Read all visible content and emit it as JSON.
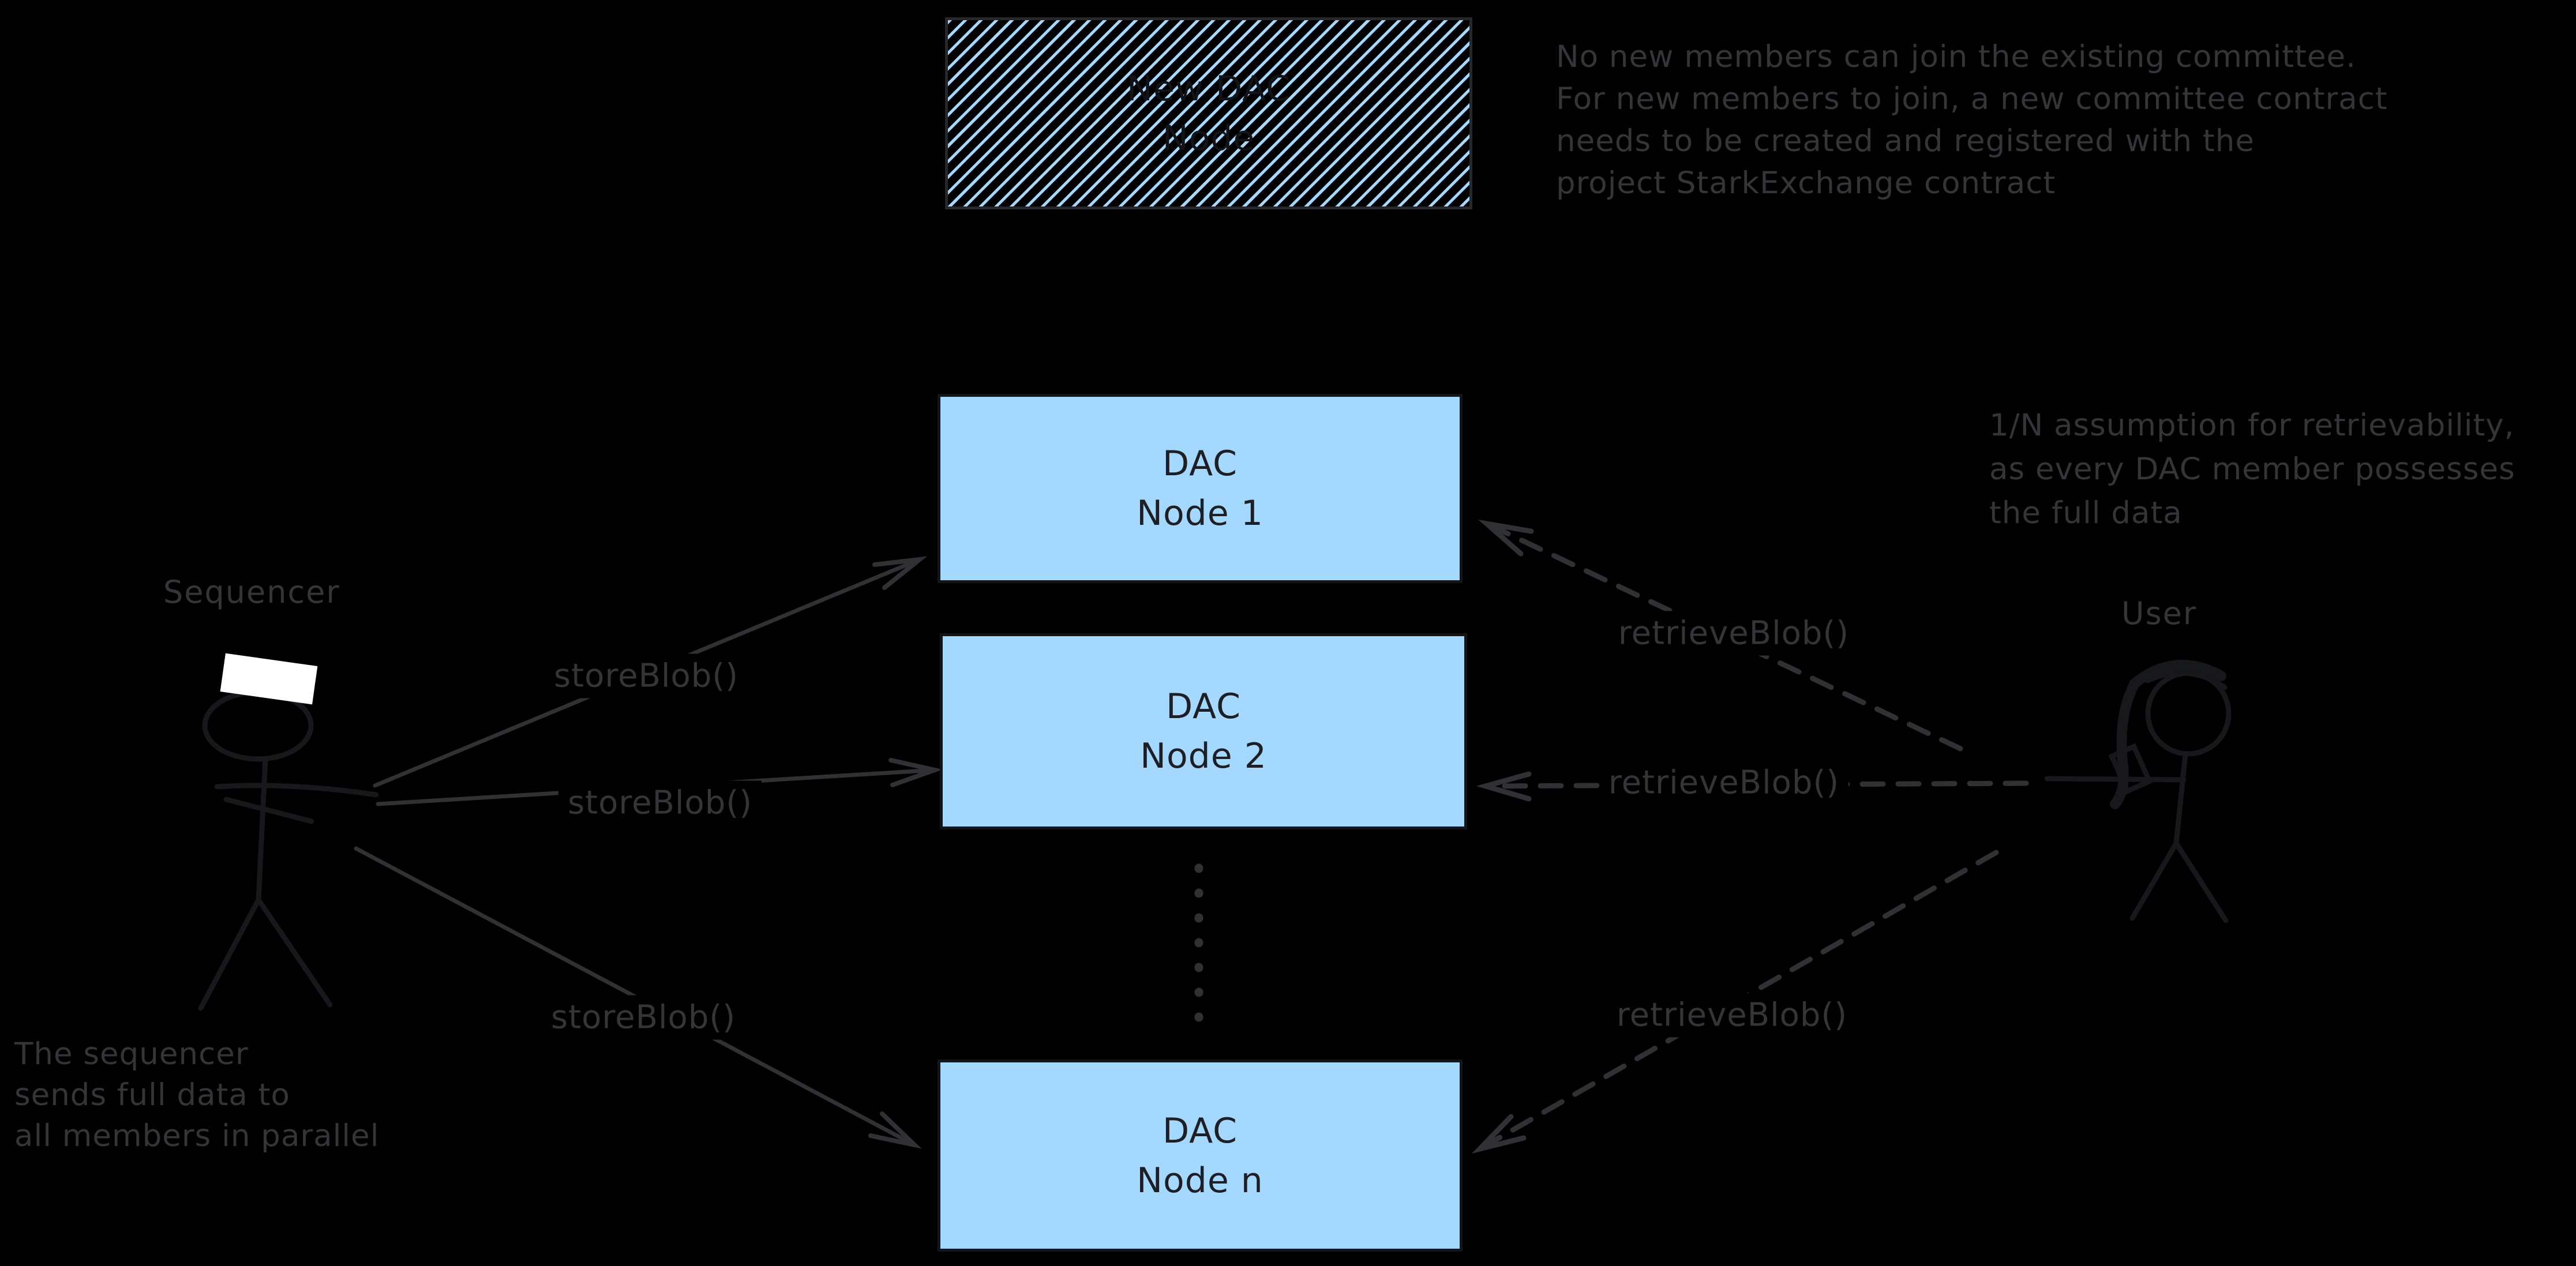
{
  "colors": {
    "background": "#000000",
    "node_fill": "#a5d8ff",
    "stroke_ink": "#17181c",
    "stroke_gray": "#2f3135",
    "hat": "#ffffff"
  },
  "title_box": {
    "line1": "New DAC",
    "line2": "Node"
  },
  "notes": {
    "committee": [
      "No new members can join the existing committee.",
      "For new members to join, a new committee contract",
      "needs to be created and registered with the",
      "project StarkExchange contract"
    ],
    "retrievability": [
      "1/N assumption for retrievability,",
      "as every DAC member possesses",
      "the full data"
    ],
    "sequencer": [
      "The sequencer",
      "sends full data to",
      "all members in parallel"
    ]
  },
  "actors": {
    "sequencer": "Sequencer",
    "user": "User"
  },
  "nodes": [
    {
      "line1": "DAC",
      "line2": "Node 1"
    },
    {
      "line1": "DAC",
      "line2": "Node 2"
    },
    {
      "line1": "DAC",
      "line2": "Node n"
    }
  ],
  "edge_labels": {
    "store": "storeBlob()",
    "retrieve": "retrieveBlob()"
  }
}
